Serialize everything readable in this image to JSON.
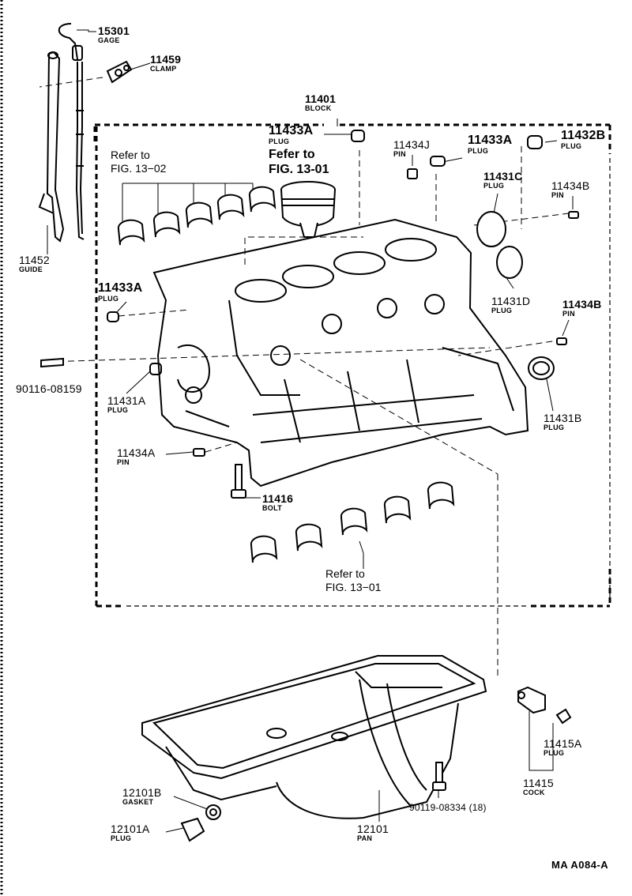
{
  "parts": {
    "p15301": {
      "number": "15301",
      "name": "GAGE"
    },
    "p11459": {
      "number": "11459",
      "name": "CLAMP"
    },
    "p11401": {
      "number": "11401",
      "name": "BLOCK"
    },
    "p11433A_top": {
      "number": "11433A",
      "name": "PLUG"
    },
    "p11434J": {
      "number": "11434J",
      "name": "PIN"
    },
    "p11433A_right": {
      "number": "11433A",
      "name": "PLUG"
    },
    "p11432B": {
      "number": "11432B",
      "name": "PLUG"
    },
    "p11431C": {
      "number": "11431C",
      "name": "PLUG"
    },
    "p11434B_top": {
      "number": "11434B",
      "name": "PIN"
    },
    "p11452": {
      "number": "11452",
      "name": "GUIDE"
    },
    "p11433A_left": {
      "number": "11433A",
      "name": "PLUG"
    },
    "p11431D": {
      "number": "11431D",
      "name": "PLUG"
    },
    "p11434B_mid": {
      "number": "11434B",
      "name": "PIN"
    },
    "p90116": {
      "number": "90116-08159"
    },
    "p11431A": {
      "number": "11431A",
      "name": "PLUG"
    },
    "p11431B": {
      "number": "11431B",
      "name": "PLUG"
    },
    "p11434A": {
      "number": "11434A",
      "name": "PIN"
    },
    "p11416": {
      "number": "11416",
      "name": "BOLT"
    },
    "p11415A": {
      "number": "11415A",
      "name": "PLUG"
    },
    "p11415": {
      "number": "11415",
      "name": "COCK"
    },
    "p12101B": {
      "number": "12101B",
      "name": "GASKET"
    },
    "p90119": {
      "number": "90119-08334 (18)"
    },
    "p12101A": {
      "number": "12101A",
      "name": "PLUG"
    },
    "p12101": {
      "number": "12101",
      "name": "PAN"
    }
  },
  "refs": {
    "ref1": {
      "line1": "Refer to",
      "line2": "FIG. 13−02"
    },
    "ref2": {
      "line1": "Fefer to",
      "line2": "FIG. 13-01"
    },
    "ref3": {
      "line1": "Refer to",
      "line2": "FIG. 13−01"
    }
  },
  "figure_code": "MA  A084-A"
}
